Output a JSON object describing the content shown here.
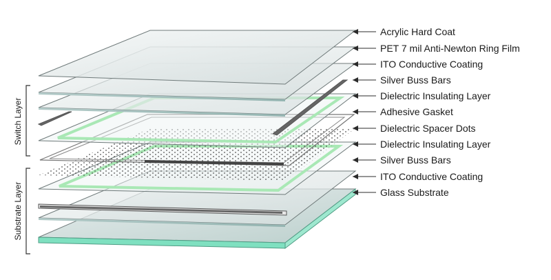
{
  "layers": [
    {
      "label": "Acrylic Hard Coat"
    },
    {
      "label": "PET 7 mil Anti-Newton Ring Film"
    },
    {
      "label": "ITO Conductive Coating"
    },
    {
      "label": "Silver Buss Bars"
    },
    {
      "label": "Dielectric Insulating Layer"
    },
    {
      "label": "Adhesive Gasket"
    },
    {
      "label": "Dielectric Spacer Dots"
    },
    {
      "label": "Dielectric Insulating Layer"
    },
    {
      "label": "Silver Buss Bars"
    },
    {
      "label": "ITO Conductive Coating"
    },
    {
      "label": "Glass Substrate"
    }
  ],
  "groups": {
    "switch": "Switch Layer",
    "substrate": "Substrate Layer"
  },
  "colors": {
    "sheet_fill": "#dfe6e6",
    "sheet_stroke": "#6f7a7a",
    "gasket_green": "#a9e8b5",
    "glass_front": "#7fe0c0",
    "bus_bar": "#555555",
    "arrow": "#2b2b2b"
  }
}
